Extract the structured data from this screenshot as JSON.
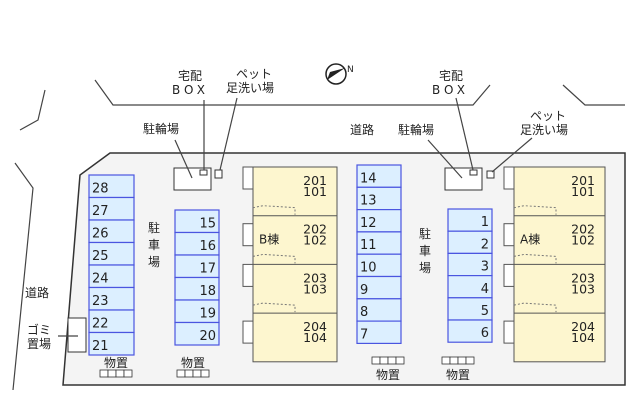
{
  "labels": {
    "delivery_box_top": "宅配",
    "delivery_box_bottom": "BOX",
    "pet_top": "ペット",
    "pet_bottom": "足洗い場",
    "bicycle_parking": "駐輪場",
    "road": "道路",
    "parking": [
      "駐",
      "車",
      "場"
    ],
    "garbage_top": "ゴミ",
    "garbage_bottom": "置場",
    "storage": "物置",
    "north": "N"
  },
  "building_b": {
    "name": "B棟",
    "units": [
      [
        "201",
        "101"
      ],
      [
        "202",
        "102"
      ],
      [
        "203",
        "103"
      ],
      [
        "204",
        "104"
      ]
    ]
  },
  "building_a": {
    "name": "A棟",
    "units": [
      [
        "201",
        "101"
      ],
      [
        "202",
        "102"
      ],
      [
        "203",
        "103"
      ],
      [
        "204",
        "104"
      ]
    ]
  },
  "parking_columns": [
    [
      "28",
      "27",
      "26",
      "25",
      "24",
      "23",
      "22",
      "21"
    ],
    [
      "15",
      "16",
      "17",
      "18",
      "19",
      "20"
    ],
    [
      "14",
      "13",
      "12",
      "11",
      "10",
      "9",
      "8",
      "7"
    ],
    [
      "1",
      "2",
      "3",
      "4",
      "5",
      "6"
    ]
  ],
  "colors": {
    "parking_fill": "#dcefff",
    "parking_stroke": "#4a55e0",
    "building_fill": "#fdf6cf",
    "lot_fill": "#f4f4f4"
  }
}
